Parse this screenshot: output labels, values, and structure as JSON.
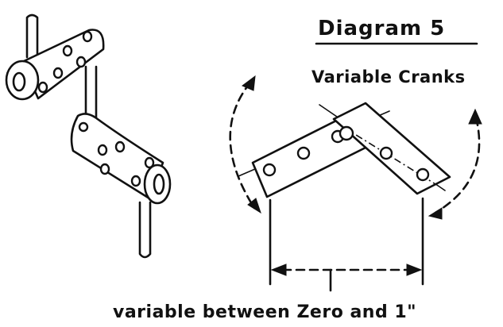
{
  "diagram": {
    "title": "Diagram 5",
    "subtitle": "Variable Cranks",
    "caption": "variable between Zero and 1\""
  }
}
